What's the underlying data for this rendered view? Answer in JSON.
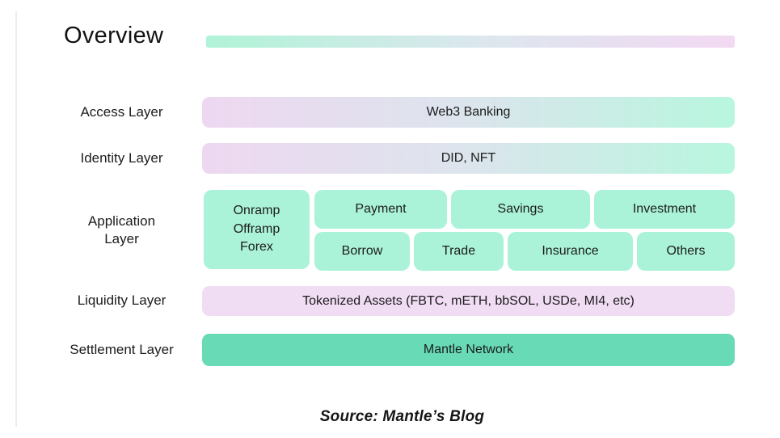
{
  "title": "Overview",
  "layers": {
    "access": {
      "label": "Access Layer",
      "content": "Web3 Banking"
    },
    "identity": {
      "label": "Identity Layer",
      "content": "DID, NFT"
    },
    "application": {
      "label": "Application\nLayer",
      "cells": {
        "onramp": "Onramp\nOfframp\nForex",
        "payment": "Payment",
        "savings": "Savings",
        "investment": "Investment",
        "borrow": "Borrow",
        "trade": "Trade",
        "insurance": "Insurance",
        "others": "Others"
      }
    },
    "liquidity": {
      "label": "Liquidity Layer",
      "content": "Tokenized Assets (FBTC, mETH, bbSOL, USDe, MI4, etc)"
    },
    "settlement": {
      "label": "Settlement Layer",
      "content": "Mantle Network"
    }
  },
  "source": "Source: Mantle’s Blog",
  "colors": {
    "mint_box": "#aaf3d8",
    "settlement_teal": "#68dab5",
    "liquidity_pink": "#f0dcf3",
    "gradient_pink": "#eed8f1",
    "gradient_blue": "#dde4ed",
    "gradient_mint": "#b8f6df"
  }
}
